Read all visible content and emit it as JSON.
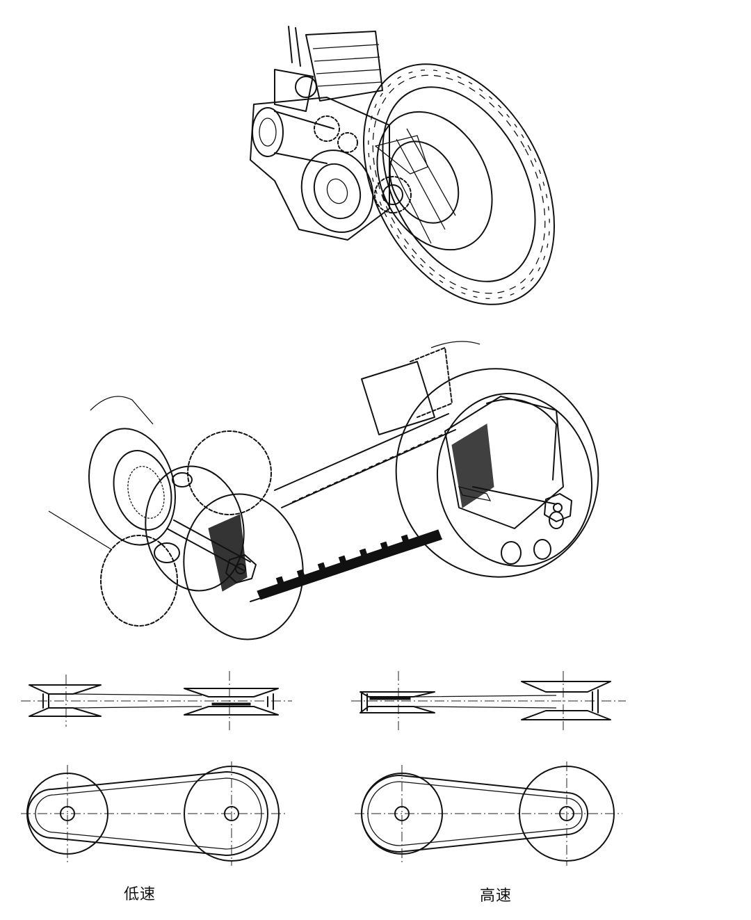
{
  "captions": {
    "low_speed": "低速",
    "high_speed": "高速"
  },
  "colors": {
    "ink": "#111111",
    "background": "#ffffff"
  },
  "diagrams": {
    "low_speed_state": {
      "driving_pulley_groove": "wide",
      "driven_pulley_groove": "narrow"
    },
    "high_speed_state": {
      "driving_pulley_groove": "narrow",
      "driven_pulley_groove": "wide"
    }
  }
}
